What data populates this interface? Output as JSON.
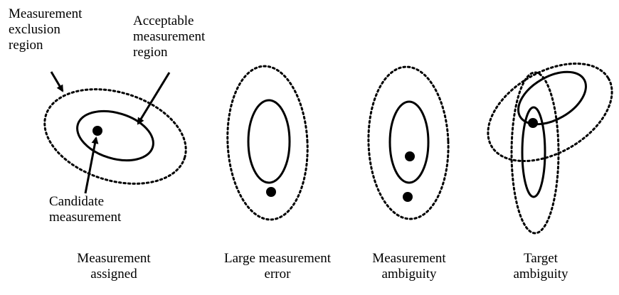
{
  "callouts": {
    "exclusion_region": [
      "Measurement",
      "exclusion",
      "region"
    ],
    "acceptable_region": [
      "Acceptable",
      "measurement",
      "region"
    ],
    "candidate": [
      "Candidate",
      "measurement"
    ]
  },
  "panels": [
    {
      "caption": [
        "Measurement",
        "assigned"
      ]
    },
    {
      "caption": [
        "Large measurement",
        "error"
      ]
    },
    {
      "caption": [
        "Measurement",
        "ambiguity"
      ]
    },
    {
      "caption": [
        "Target",
        "ambiguity"
      ]
    }
  ],
  "colors": {
    "stroke": "#000000",
    "background": "#ffffff"
  }
}
